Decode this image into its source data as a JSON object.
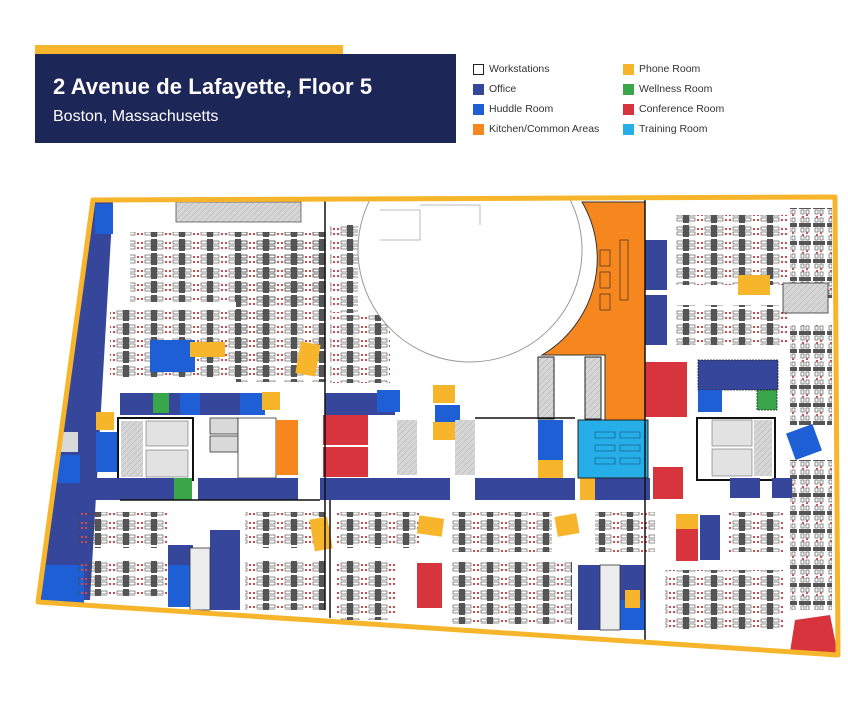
{
  "header": {
    "title": "2 Avenue de Lafayette, Floor 5",
    "subtitle": "Boston, Massachusetts",
    "accent_color": "#f7b52b",
    "background_color": "#1c2657"
  },
  "legend": {
    "items": [
      {
        "label": "Workstations",
        "color": "#ffffff",
        "icon": "outline-square"
      },
      {
        "label": "Office",
        "color": "#35469b"
      },
      {
        "label": "Huddle Room",
        "color": "#1f5fd6"
      },
      {
        "label": "Kitchen/Common Areas",
        "color": "#f6871f"
      },
      {
        "label": "Phone Room",
        "color": "#f7b52b"
      },
      {
        "label": "Wellness Room",
        "color": "#3aa64a"
      },
      {
        "label": "Conference Room",
        "color": "#d8343e"
      },
      {
        "label": "Training Room",
        "color": "#25aee8"
      }
    ]
  },
  "floorplan": {
    "border_color": "#f7b52b",
    "outline": [
      [
        93,
        200
      ],
      [
        835,
        197
      ],
      [
        838,
        655
      ],
      [
        38,
        602
      ]
    ],
    "rooms": {
      "office": "#35469b",
      "huddle": "#1f5fd6",
      "kitchen": "#f6871f",
      "phone": "#f7b52b",
      "wellness": "#3aa64a",
      "conference": "#d8343e",
      "training": "#25aee8",
      "core": "#d9d9d9"
    }
  }
}
